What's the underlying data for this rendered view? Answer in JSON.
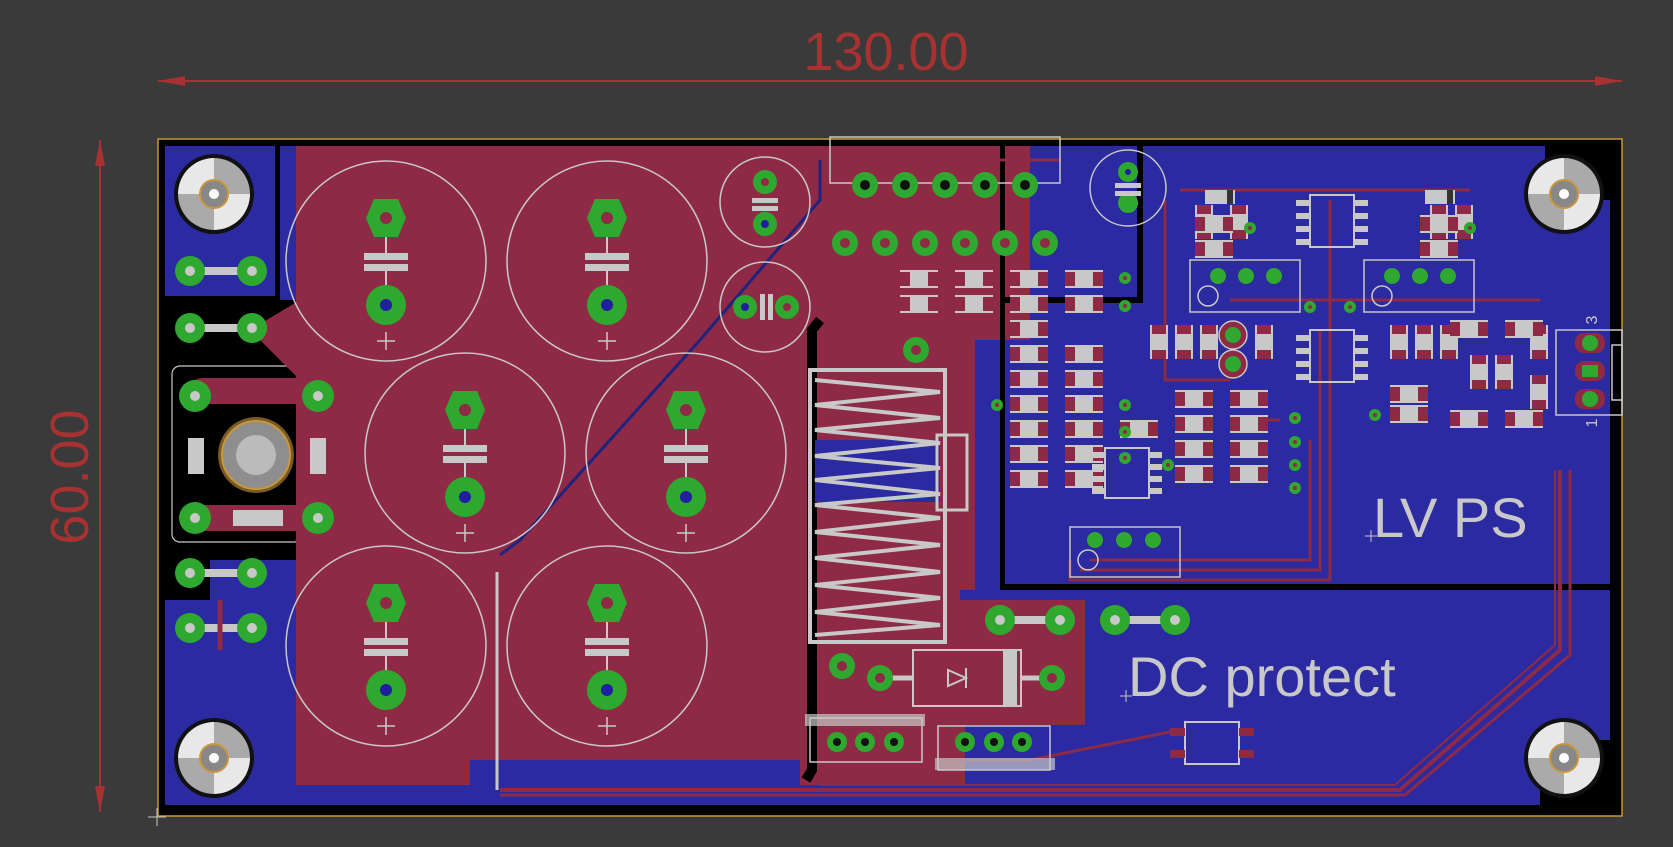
{
  "dimensions": {
    "width_label": "130.00",
    "height_label": "60.00"
  },
  "labels": {
    "lv_ps": "LV PS",
    "dc_protect": "DC protect",
    "connector_pin_3": "3",
    "connector_pin_1": "1"
  },
  "colors": {
    "background": "#3a3a3a",
    "dimension": "#a83232",
    "bottom_copper": "#2b2aa0",
    "top_copper": "#8e2a45",
    "board_outline": "#c8963c",
    "silkscreen": "#c8c8c8",
    "pad": "#2fa82f",
    "drill": "#1f1fa0"
  }
}
